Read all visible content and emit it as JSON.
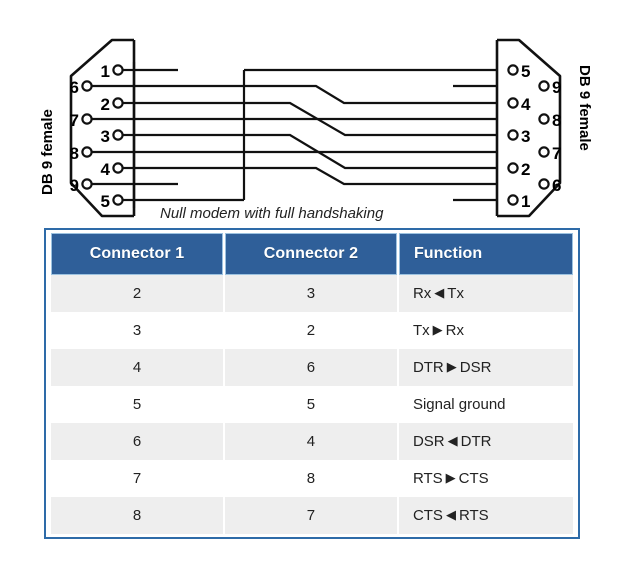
{
  "diagram": {
    "caption": "Null modem with full handshaking",
    "left_connector_label": "DB 9 female",
    "right_connector_label": "DB 9 female",
    "left_pins": [
      "1",
      "6",
      "2",
      "7",
      "3",
      "8",
      "4",
      "9",
      "5"
    ],
    "right_pins": [
      "5",
      "9",
      "4",
      "8",
      "3",
      "7",
      "2",
      "6",
      "1"
    ],
    "line_color": "#111111"
  },
  "table": {
    "headers": [
      "Connector 1",
      "Connector 2",
      "Function"
    ],
    "header_bg": "#2f5f99",
    "header_text_color": "#ffffff",
    "border_color": "#2e6ba8",
    "row_alt_bg": "#eeeeee",
    "rows": [
      {
        "connector1": "2",
        "connector2": "3",
        "function_left": "Rx",
        "arrow": "◀",
        "function_right": "Tx",
        "function_full": "Rx ◀ Tx"
      },
      {
        "connector1": "3",
        "connector2": "2",
        "function_left": "Tx",
        "arrow": "▶",
        "function_right": "Rx",
        "function_full": "Tx ▶ Rx"
      },
      {
        "connector1": "4",
        "connector2": "6",
        "function_left": "DTR",
        "arrow": "▶",
        "function_right": "DSR",
        "function_full": "DTR ▶ DSR"
      },
      {
        "connector1": "5",
        "connector2": "5",
        "function_left": "Signal ground",
        "arrow": "",
        "function_right": "",
        "function_full": "Signal ground"
      },
      {
        "connector1": "6",
        "connector2": "4",
        "function_left": "DSR",
        "arrow": "◀",
        "function_right": "DTR",
        "function_full": "DSR ◀ DTR"
      },
      {
        "connector1": "7",
        "connector2": "8",
        "function_left": "RTS",
        "arrow": "▶",
        "function_right": "CTS",
        "function_full": "RTS ▶ CTS"
      },
      {
        "connector1": "8",
        "connector2": "7",
        "function_left": "CTS",
        "arrow": "◀",
        "function_right": "RTS",
        "function_full": "CTS ◀ RTS"
      }
    ]
  }
}
